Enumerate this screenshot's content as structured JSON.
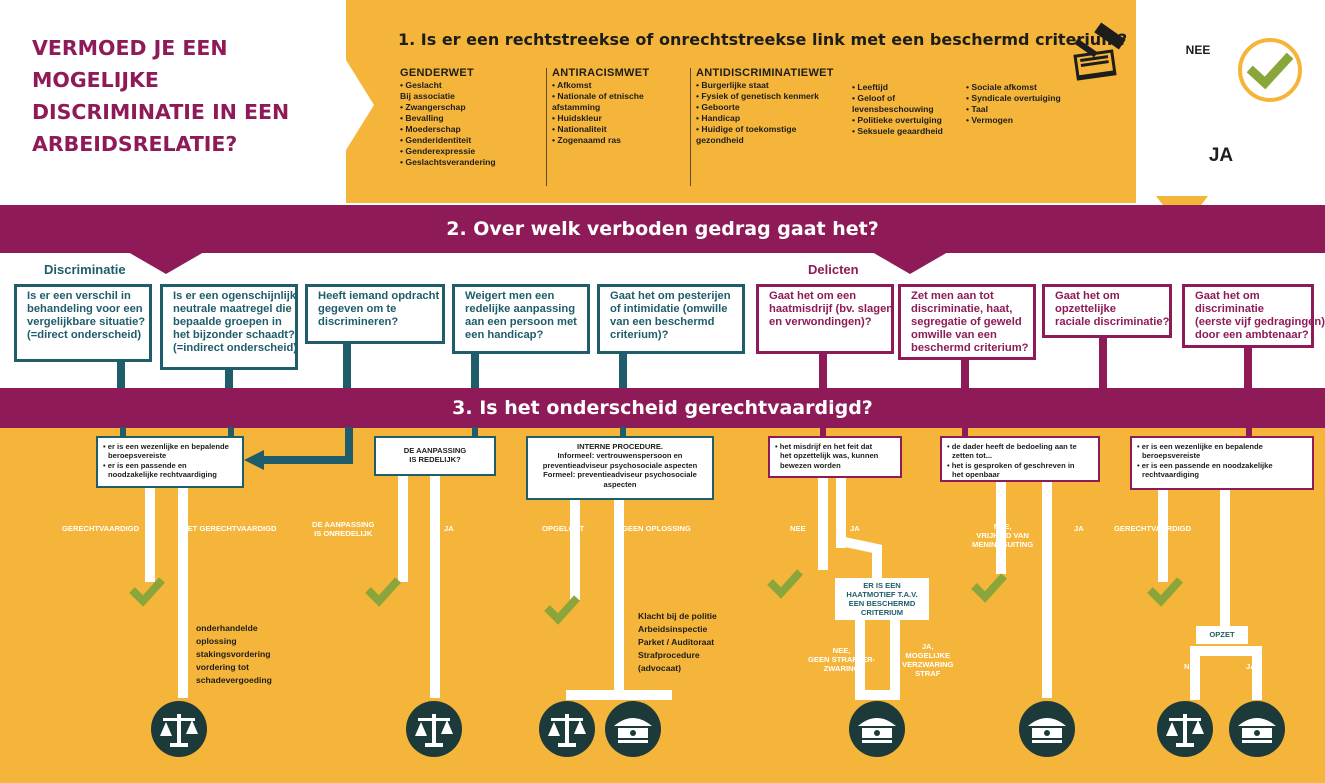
{
  "title": {
    "lines": [
      "VERMOED JE EEN",
      "MOGELIJKE",
      "DISCRIMINATIE IN EEN",
      "ARBEIDSRELATIE?"
    ]
  },
  "step1": {
    "question": "1. Is er een rechtstreekse of onrechtstreekse link met een beschermd criterium?",
    "genderwet": {
      "title": "GENDERWET",
      "items": [
        "• Geslacht",
        "Bij associatie",
        "• Zwangerschap",
        "• Bevalling",
        "• Moederschap",
        "• Genderidentiteit",
        "• Genderexpressie",
        "• Geslachtsverandering"
      ]
    },
    "antiracismwet": {
      "title": "ANTIRACISMWET",
      "items": [
        "• Afkomst",
        "• Nationale of etnische",
        "afstamming",
        "• Huidskleur",
        "• Nationaliteit",
        "• Zogenaamd ras"
      ]
    },
    "antidiscriminatiewet": {
      "title": "ANTIDISCRIMINATIEWET",
      "col1": [
        "• Burgerlijke staat",
        "• Fysiek of genetisch kenmerk",
        "• Geboorte",
        "• Handicap",
        "• Huidige of toekomstige",
        "gezondheid"
      ],
      "col2": [
        "• Leeftijd",
        "• Geloof of",
        "levensbeschouwing",
        "• Politieke overtuiging",
        "• Seksuele geaardheid"
      ],
      "col3": [
        "• Sociale afkomst",
        "• Syndicale overtuiging",
        "• Taal",
        "• Vermogen"
      ]
    },
    "nee": "NEE",
    "ja": "JA"
  },
  "step2": {
    "question": "2. Over welk verboden gedrag gaat het?",
    "discriminatie_label": "Discriminatie",
    "delicten_label": "Delicten",
    "questions": [
      [
        "Is er een verschil in",
        "behandeling voor een",
        "vergelijkbare situatie?",
        "(=direct onderscheid)"
      ],
      [
        "Is er een ogenschijnlijk",
        "neutrale maatregel die",
        "bepaalde groepen in",
        "het bijzonder schaadt?",
        "(=indirect onderscheid)"
      ],
      [
        "Heeft iemand opdracht",
        "gegeven om te",
        "discrimineren?"
      ],
      [
        "Weigert men een",
        "redelijke aanpassing",
        "aan een persoon met",
        "een handicap?"
      ],
      [
        "Gaat het om pesterijen",
        "of intimidatie (omwille",
        "van een beschermd",
        "criterium)?"
      ],
      [
        "Gaat het om een",
        "haatmisdrijf (bv. slagen",
        "en verwondingen)?"
      ],
      [
        "Zet men aan tot",
        "discriminatie, haat,",
        "segregatie of geweld",
        "omwille van een",
        "beschermd criterium?"
      ],
      [
        "Gaat het om",
        "opzettelijke",
        "raciale discriminatie?"
      ],
      [
        "Gaat het om",
        "discriminatie",
        "(eerste vijf gedragingen)",
        "door een ambtenaar?"
      ]
    ]
  },
  "step3": {
    "question": "3. Is het onderscheid gerechtvaardigd?",
    "box1": [
      "• er is een wezenlijke en bepalende",
      "beroepsvereiste",
      "• er is een passende en",
      "noodzakelijke rechtvaardiging"
    ],
    "box2": [
      "DE AANPASSING",
      "IS REDELIJK?"
    ],
    "box3": [
      "INTERNE PROCEDURE.",
      "Informeel: vertrouwenspersoon en",
      "preventieadviseur psychosociale aspecten",
      "Formeel: preventieadviseur psychosociale",
      "aspecten"
    ],
    "box4": [
      "• het misdrijf en het feit dat",
      "het opzettelijk was, kunnen",
      "bewezen worden"
    ],
    "box5": [
      "• de dader heeft de bedoeling aan te",
      "zetten tot...",
      "• het is gesproken of geschreven in",
      "het openbaar"
    ],
    "box6": [
      "• er is een wezenlijke en bepalende",
      "beroepsvereiste",
      "• er is een passende en noodzakelijke",
      "rechtvaardiging"
    ],
    "labels": {
      "gerechtvaardigd1": "GERECHTVAARDIGD",
      "niet_gerechtvaardigd": "NIET GERECHTVAARDIGD",
      "onredelijk": [
        "DE AANPASSING",
        "IS ONREDELIJK"
      ],
      "ja1": "JA",
      "opgelost": "OPGELOST",
      "geen_oplossing": "GEEN OPLOSSING",
      "nee1": "NEE",
      "ja2": "JA",
      "haatmotief": [
        "ER IS EEN",
        "HAATMOTIEF T.A.V.",
        "EEN BESCHERMD",
        "CRITERIUM"
      ],
      "nee_geen": [
        "NEE,",
        "GEEN STRAFVER-",
        "ZWARING"
      ],
      "ja_mogelijke": [
        "JA,",
        "MOGELIJKE",
        "VERZWARING",
        "STRAF"
      ],
      "nee_vrijheid": [
        "NEE,",
        "VRIJHEID VAN",
        "MENINGSUITING"
      ],
      "ja3": "JA",
      "gerechtvaardigd2": "GERECHTVAARDIGD",
      "opzet": "OPZET",
      "nee2": "NEE",
      "ja4": "JA"
    },
    "remedies_civil": [
      "onderhandelde",
      "oplossing",
      "stakingsvordering",
      "vordering tot",
      "schadevergoeding"
    ],
    "remedies_police": [
      "Klacht bij de politie",
      "Arbeidsinspectie",
      "Parket / Auditoraat",
      "Strafprocedure",
      "(advocaat)"
    ]
  },
  "colors": {
    "orange": "#f5b53a",
    "magenta": "#8e1b57",
    "teal": "#1e5d69",
    "check_green": "#8aa53a"
  },
  "icons": [
    "gavel-book-icon",
    "check-icon",
    "scales-icon",
    "police-cap-icon"
  ]
}
